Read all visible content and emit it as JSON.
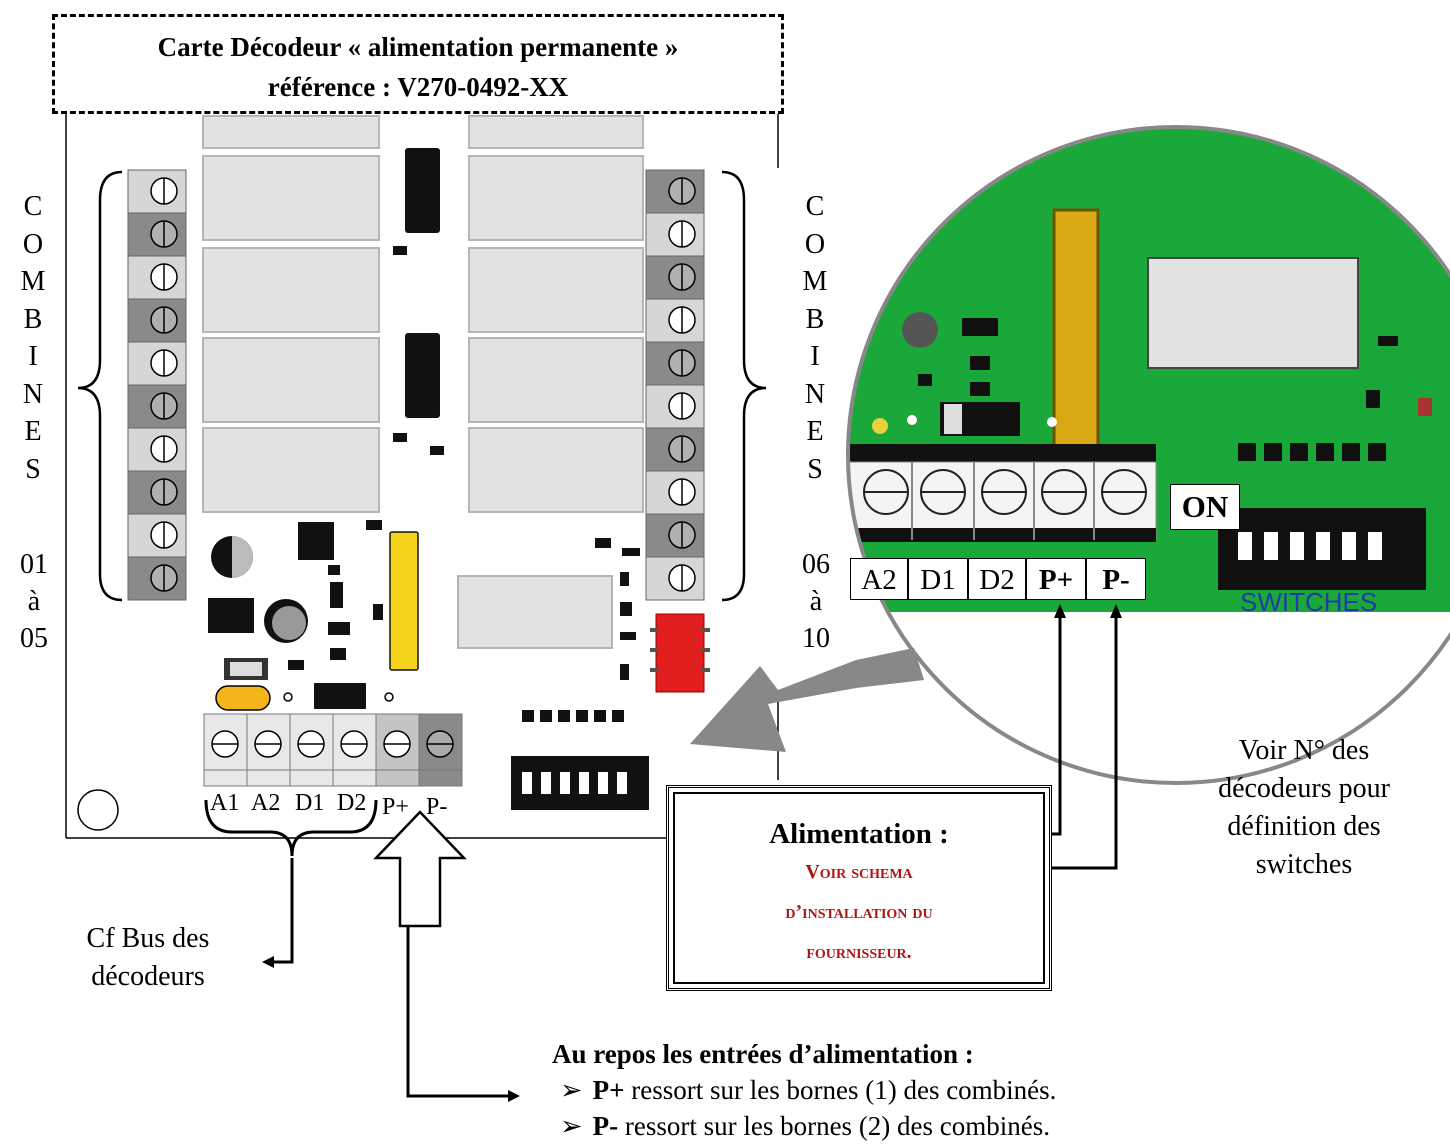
{
  "title": {
    "line1": "Carte Décodeur « alimentation permanente »",
    "line2": "référence :  V270-0492-XX"
  },
  "left_group": {
    "letters": [
      "C",
      "O",
      "M",
      "B",
      "I",
      "N",
      "E",
      "S"
    ],
    "range": [
      "01",
      "à",
      "05"
    ]
  },
  "right_group": {
    "letters": [
      "C",
      "O",
      "M",
      "B",
      "I",
      "N",
      "E",
      "S"
    ],
    "range": [
      "06",
      "à",
      "10"
    ]
  },
  "board_terminals": [
    "A1",
    "A2",
    "D1",
    "D2",
    "P+",
    "P-"
  ],
  "zoom": {
    "terminals": [
      "A2",
      "D1",
      "D2",
      "P+",
      "P-"
    ],
    "on_label": "ON",
    "switches_label": "SWITCHES"
  },
  "bus_note": {
    "line1": "Cf Bus des",
    "line2": "décodeurs"
  },
  "alimentation": {
    "title": "Alimentation :",
    "line1": "Voir schema",
    "line2": "d’installation du",
    "line3": "fournisseur."
  },
  "switch_note": [
    "Voir N° des",
    "décodeurs pour",
    "définition des",
    "switches"
  ],
  "repos": {
    "heading": "Au repos les entrées d’alimentation :",
    "items": [
      {
        "bullet": "➢",
        "term": "P+",
        "text": " ressort sur les bornes (1) des combinés."
      },
      {
        "bullet": "➢",
        "term": "P-",
        "text": "  ressort sur les bornes (2) des combinés."
      }
    ]
  },
  "colors": {
    "board_green": "#1aa83a",
    "relay_grey": "#e2e2e2",
    "terminal_dark": "#8a8a8a",
    "capacitor_yellow": "#f5d21a",
    "red_component": "#e01e1e",
    "alert_red": "#b01414"
  }
}
